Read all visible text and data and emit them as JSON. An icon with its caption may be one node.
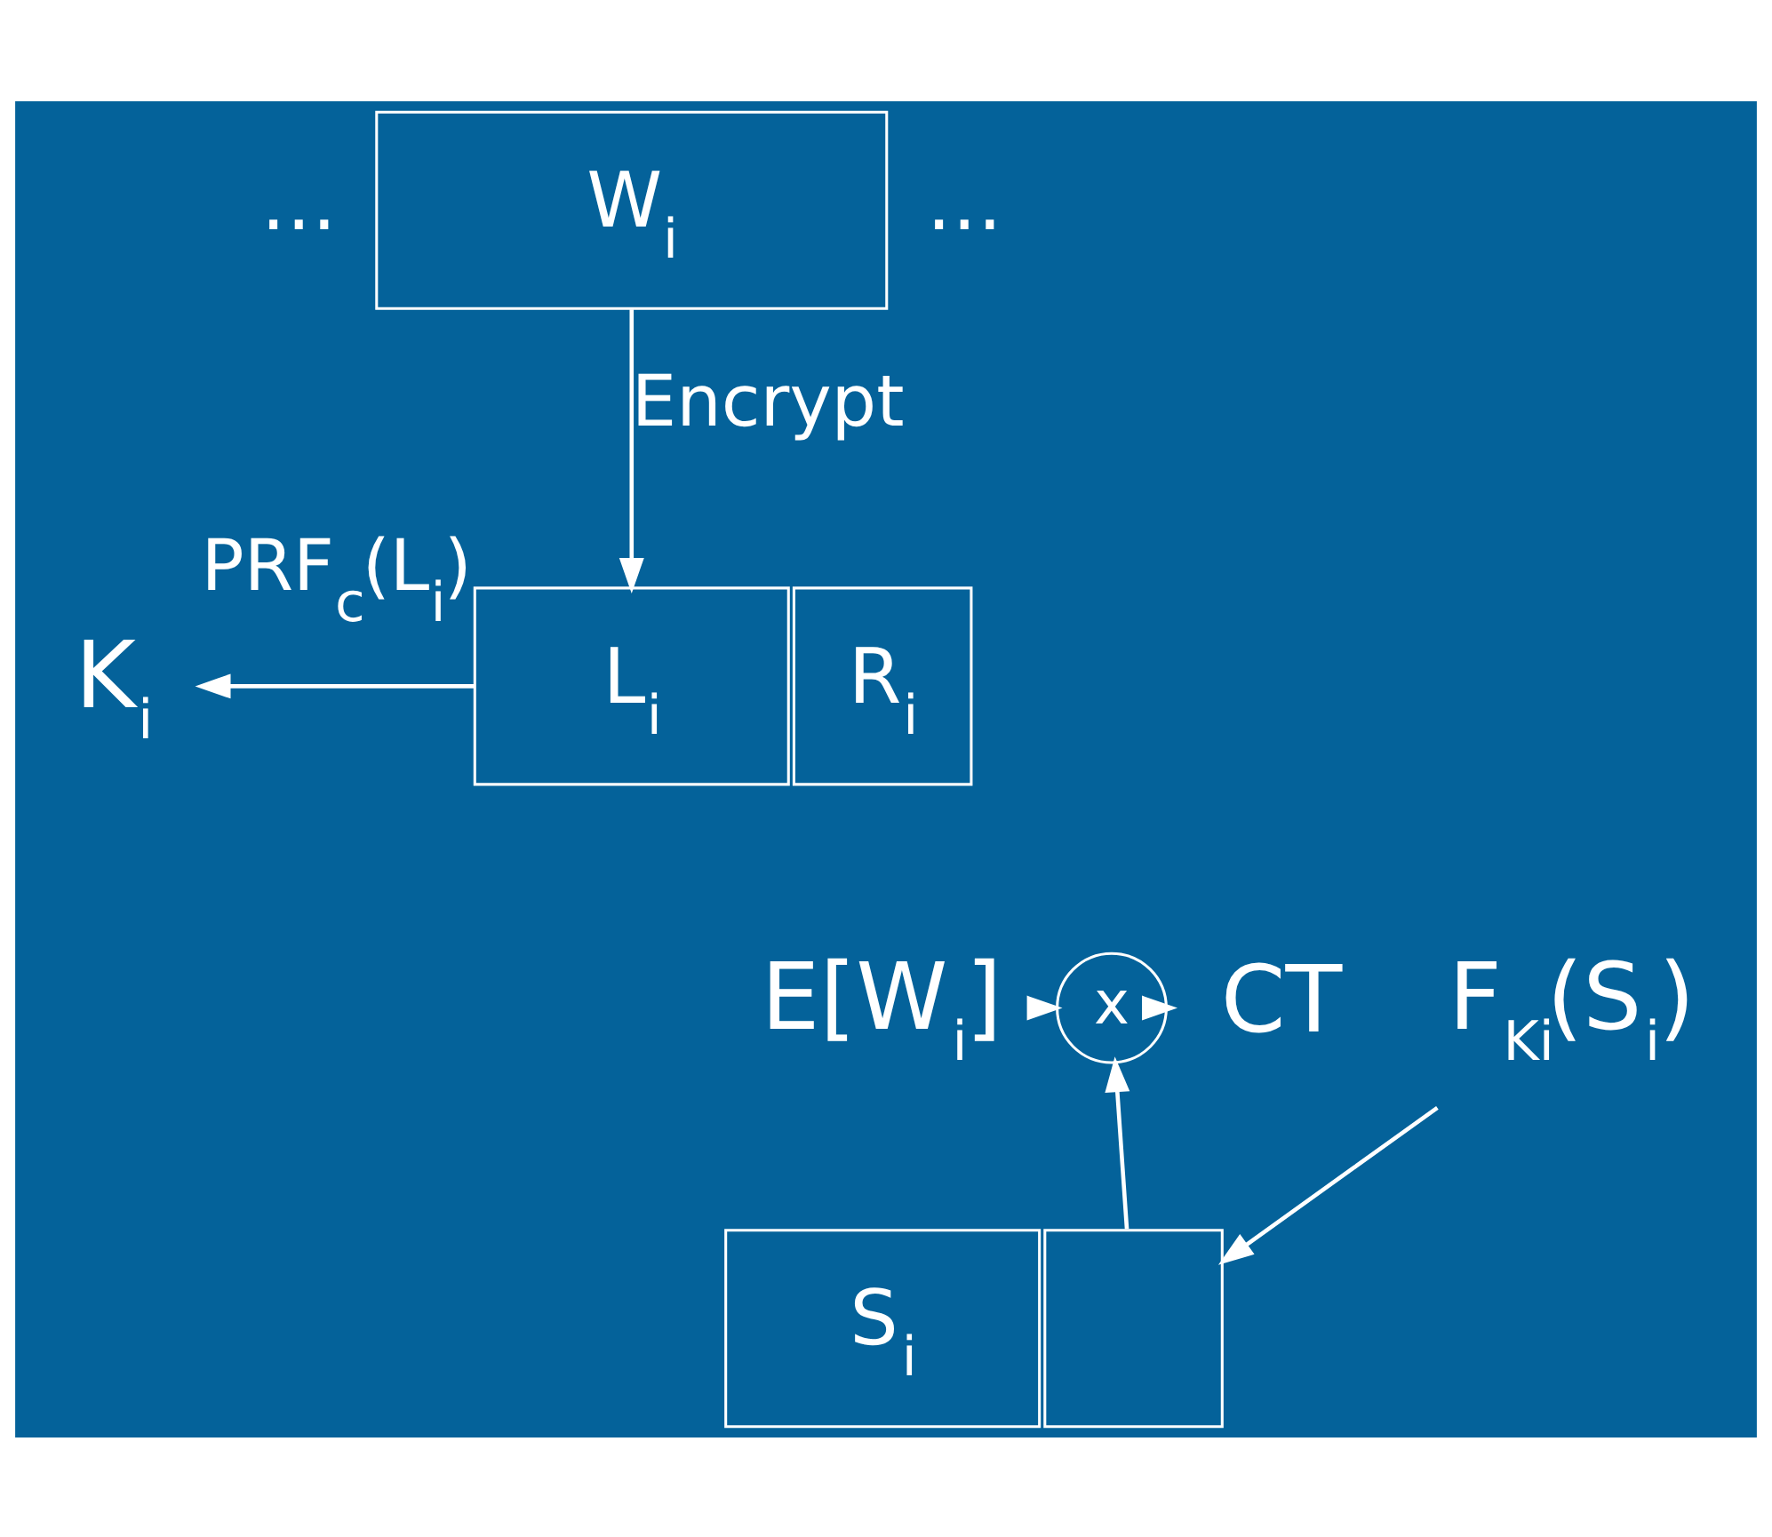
{
  "diagram": {
    "nodes": [
      {
        "text": [
          "W$_{i}$"
        ],
        "beside": [
          "…",
          "…"
        ]
      },
      {
        "text": [
          "L$_{i}$"
        ]
      },
      {
        "text": [
          "R$_{i}$"
        ]
      },
      {
        "text": [
          "K$_{i}$"
        ]
      },
      {
        "text": [
          "E[W$_{i}$]"
        ]
      },
      {
        "text": [
          "x"
        ]
      },
      {
        "text": [
          "CT"
        ]
      },
      {
        "text": [
          "S$_{i}$"
        ]
      },
      {
        "text": [],
        "shape": "box"
      },
      {
        "text": [
          "F$_{Ki}$(S$_{i}$)"
        ]
      }
    ],
    "edges": [
      {
        "from": 0,
        "to": 1,
        "arrow": "to",
        "label": "Encrypt"
      },
      {
        "from": 1,
        "to": 3,
        "arrow": "to",
        "label": "PRF$_{c}$(L$_{i}$)"
      },
      {
        "from": 4,
        "to": 5,
        "arrow": "to"
      },
      {
        "from": 5,
        "to": 6,
        "arrow": "to"
      },
      {
        "from": 8,
        "to": 5,
        "arrow": "to"
      },
      {
        "from": 9,
        "to": 8,
        "arrow": "to"
      }
    ]
  }
}
